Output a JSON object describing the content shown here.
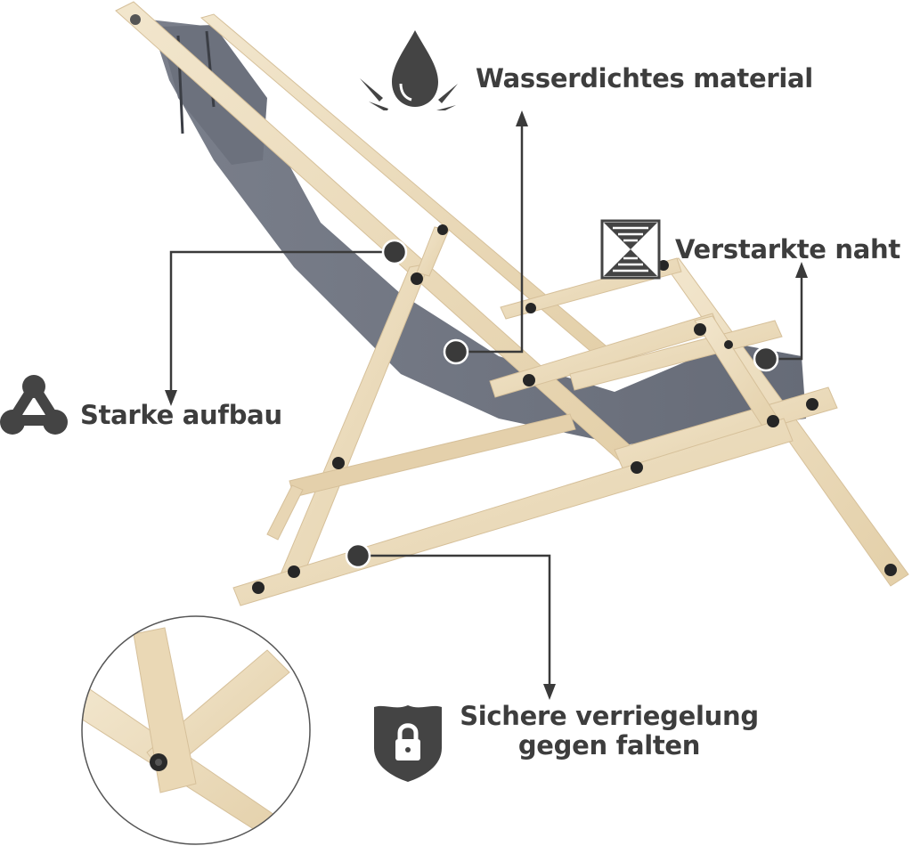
{
  "colors": {
    "text": "#3d3d3d",
    "icon": "#444444",
    "line": "#3a3a3a",
    "wood": "#ecdcbf",
    "wood_shadow": "#d9c4a0",
    "fabric": "#6f7480",
    "fabric_dark": "#5a5f6a",
    "bolt": "#2a2a2a",
    "marker": "#3a3a3a"
  },
  "features": [
    {
      "id": "waterproof",
      "icon": "water-drop-icon",
      "label": "Wasserdichtes material"
    },
    {
      "id": "reinforced-seam",
      "icon": "hourglass-seam-icon",
      "label": "Verstarkte naht"
    },
    {
      "id": "sturdy-build",
      "icon": "triangle-nodes-icon",
      "label": "Starke aufbau"
    },
    {
      "id": "safe-lock",
      "icon": "shield-lock-icon",
      "label_line1": "Sichere verriegelung",
      "label_line2": "gegen falten"
    }
  ],
  "detail_inset": {
    "description": "Close-up of locking joint",
    "icon": "zoom-detail-circle"
  }
}
